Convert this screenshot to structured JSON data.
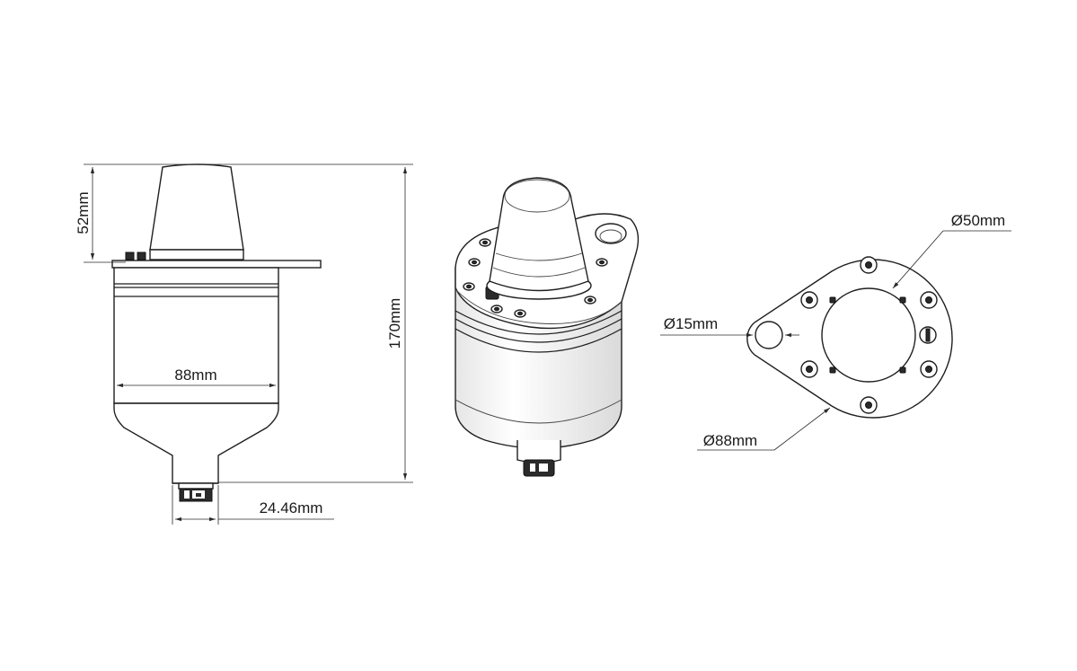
{
  "side_view": {
    "dimensions": {
      "sensor_height": "52mm",
      "total_height": "170mm",
      "body_diameter": "88mm",
      "connector_width": "24.46mm"
    }
  },
  "top_view": {
    "dimensions": {
      "center_diameter": "Ø50mm",
      "mount_hole_diameter": "Ø15mm",
      "flange_diameter": "Ø88mm"
    }
  },
  "colors": {
    "line": "#1f1f1f",
    "dimension_line": "#2a2a2a",
    "background": "#ffffff"
  }
}
